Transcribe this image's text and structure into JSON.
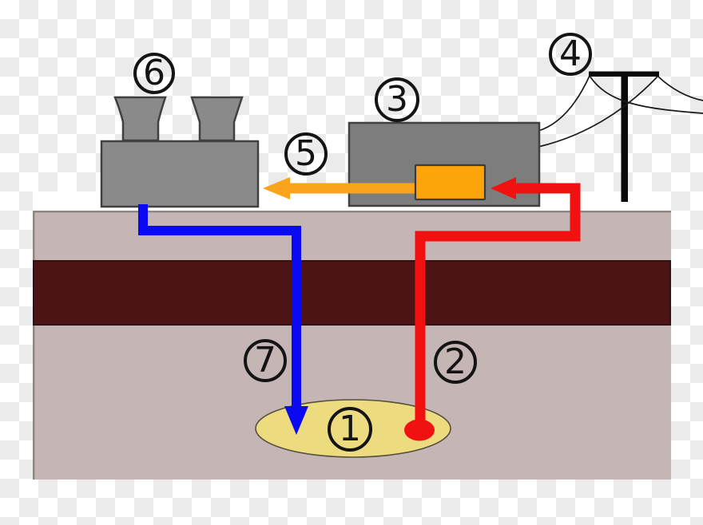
{
  "labels": {
    "l1": "1",
    "l2": "2",
    "l3": "3",
    "l4": "4",
    "l5": "5",
    "l6": "6",
    "l7": "7"
  },
  "colors": {
    "checker_gray": "#ebebeb",
    "paper_white": "#ffffff",
    "ground_pink": "#c6b5b5",
    "ground_border": "#8d8583",
    "rock_maroon": "#4c1414",
    "rock_border": "#361010",
    "building6_gray": "#8a8a8a",
    "building3_gray": "#7d7d7d",
    "building_border": "#404040",
    "orange": "#f9a41b",
    "orange_box": "#fca40a",
    "box_border": "#3b3b3b",
    "red": "#f21111",
    "blue": "#0b08f2",
    "yellow": "#eddb80",
    "yellow_border": "#55503c",
    "line_black": "#141414"
  },
  "icons": [
    "transparency-checkerboard",
    "cooling-tower-building-icon",
    "power-plant-building-icon",
    "generator-box-icon",
    "power-pole-icon",
    "power-lines-icon",
    "heat-arrow-icon",
    "injection-pipe-icon",
    "production-pipe-icon",
    "geothermal-reservoir-icon",
    "well-bottom-dot-icon"
  ]
}
